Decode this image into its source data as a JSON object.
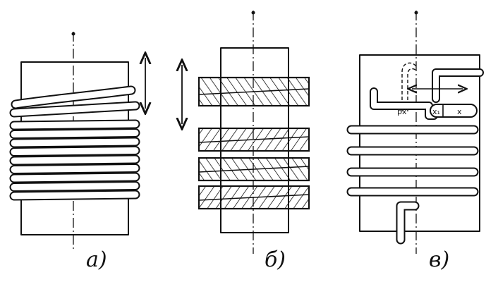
{
  "panels": {
    "a": {
      "caption": "а)"
    },
    "b": {
      "caption": "б)"
    },
    "c": {
      "caption": "в)",
      "labels": {
        "px": "px",
        "x1": "x₁",
        "x": "x"
      }
    }
  },
  "colors": {
    "ink": "#111111",
    "background": "#ffffff"
  }
}
